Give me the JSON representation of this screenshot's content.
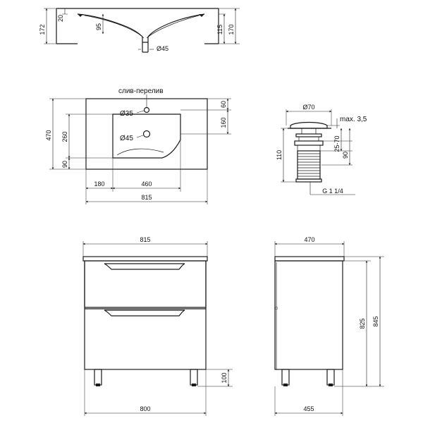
{
  "top_section": {
    "dims": {
      "total_height": "172",
      "rim": "20",
      "bowl_depth": "95",
      "right_inner": "115",
      "right_outer": "170",
      "drain": "Ø45"
    }
  },
  "plan_view": {
    "overflow_label": "слив-перелив",
    "overflow_diameter": "Ø35",
    "drain_diameter": "Ø45",
    "dims": {
      "depth": "470",
      "inner_depth": "260",
      "front_offset": "90",
      "top_offset": "60",
      "right_inner": "160",
      "left_offset": "180",
      "bowl_width": "460",
      "total_width": "815"
    }
  },
  "drain_detail": {
    "diameter": "Ø70",
    "max": "max. 3,5",
    "height": "110",
    "range": "25-70",
    "inner": "90",
    "thread": "G 1 1/4"
  },
  "front_view": {
    "top_width": "815",
    "bottom_width": "800",
    "legs": "100"
  },
  "side_view": {
    "top_depth": "470",
    "bottom_depth": "455",
    "cabinet_height": "825",
    "total_height": "845"
  }
}
